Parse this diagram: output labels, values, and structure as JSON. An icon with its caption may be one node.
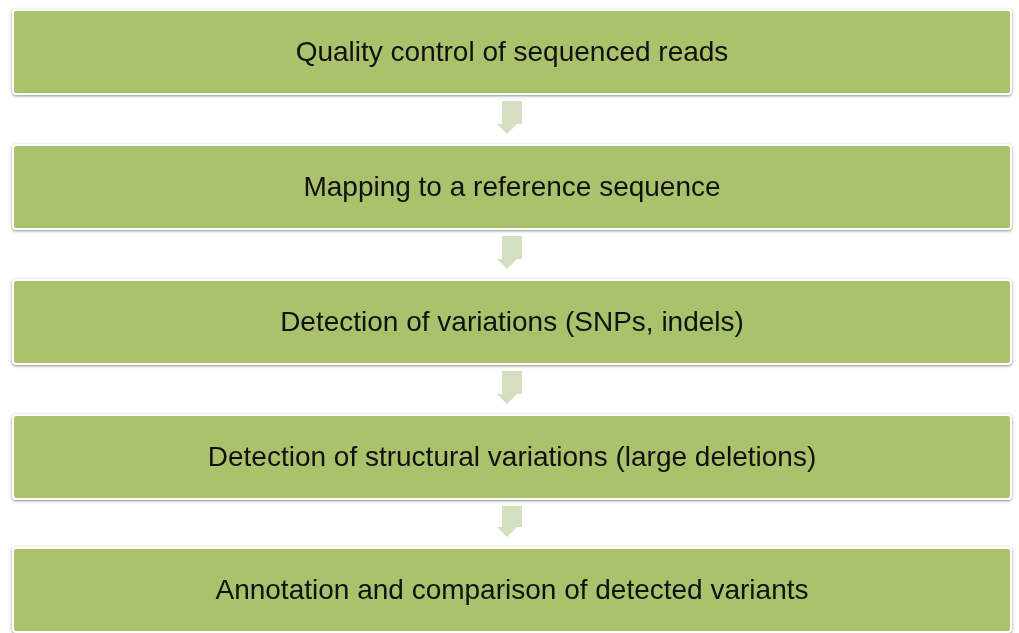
{
  "diagram": {
    "nodes": [
      {
        "text": [
          "Quality control of sequenced reads"
        ]
      },
      {
        "text": [
          "Mapping to a reference sequence"
        ]
      },
      {
        "text": [
          "Detection of variations (SNPs, indels)"
        ]
      },
      {
        "text": [
          "Detection of structural variations (large deletions)"
        ]
      },
      {
        "text": [
          "Annotation and comparison of detected variants"
        ]
      }
    ],
    "edges": [
      {
        "from": 0,
        "to": 1,
        "arrow": "to"
      },
      {
        "from": 1,
        "to": 2,
        "arrow": "to"
      },
      {
        "from": 2,
        "to": 3,
        "arrow": "to"
      },
      {
        "from": 3,
        "to": 4,
        "arrow": "to"
      }
    ]
  }
}
